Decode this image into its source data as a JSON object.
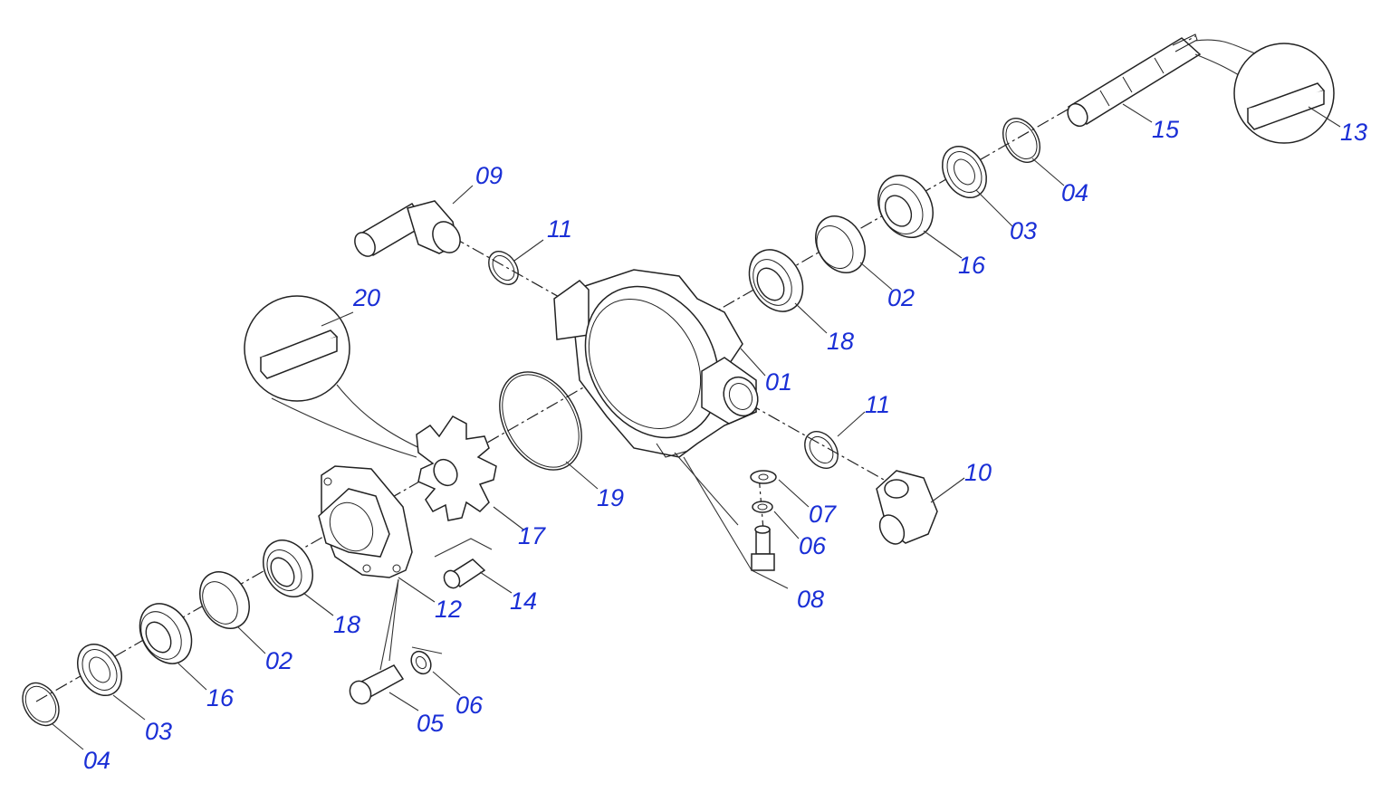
{
  "diagram": {
    "title": "",
    "labels": [
      {
        "id": "l09a",
        "text": "09"
      },
      {
        "id": "l11a",
        "text": "11"
      },
      {
        "id": "l20",
        "text": "20"
      },
      {
        "id": "l15",
        "text": "15"
      },
      {
        "id": "l13",
        "text": "13"
      },
      {
        "id": "l04a",
        "text": "04"
      },
      {
        "id": "l03a",
        "text": "03"
      },
      {
        "id": "l16a",
        "text": "16"
      },
      {
        "id": "l02a",
        "text": "02"
      },
      {
        "id": "l18a",
        "text": "18"
      },
      {
        "id": "l01",
        "text": "01"
      },
      {
        "id": "l11b",
        "text": "11"
      },
      {
        "id": "l10",
        "text": "10"
      },
      {
        "id": "l19",
        "text": "19"
      },
      {
        "id": "l07",
        "text": "07"
      },
      {
        "id": "l06a",
        "text": "06"
      },
      {
        "id": "l08",
        "text": "08"
      },
      {
        "id": "l17",
        "text": "17"
      },
      {
        "id": "l14",
        "text": "14"
      },
      {
        "id": "l12",
        "text": "12"
      },
      {
        "id": "l18b",
        "text": "18"
      },
      {
        "id": "l02b",
        "text": "02"
      },
      {
        "id": "l16b",
        "text": "16"
      },
      {
        "id": "l03b",
        "text": "03"
      },
      {
        "id": "l04b",
        "text": "04"
      },
      {
        "id": "l05",
        "text": "05"
      },
      {
        "id": "l06b",
        "text": "06"
      }
    ],
    "colors": {
      "label": "#1a2fd6",
      "line": "#222222"
    }
  }
}
